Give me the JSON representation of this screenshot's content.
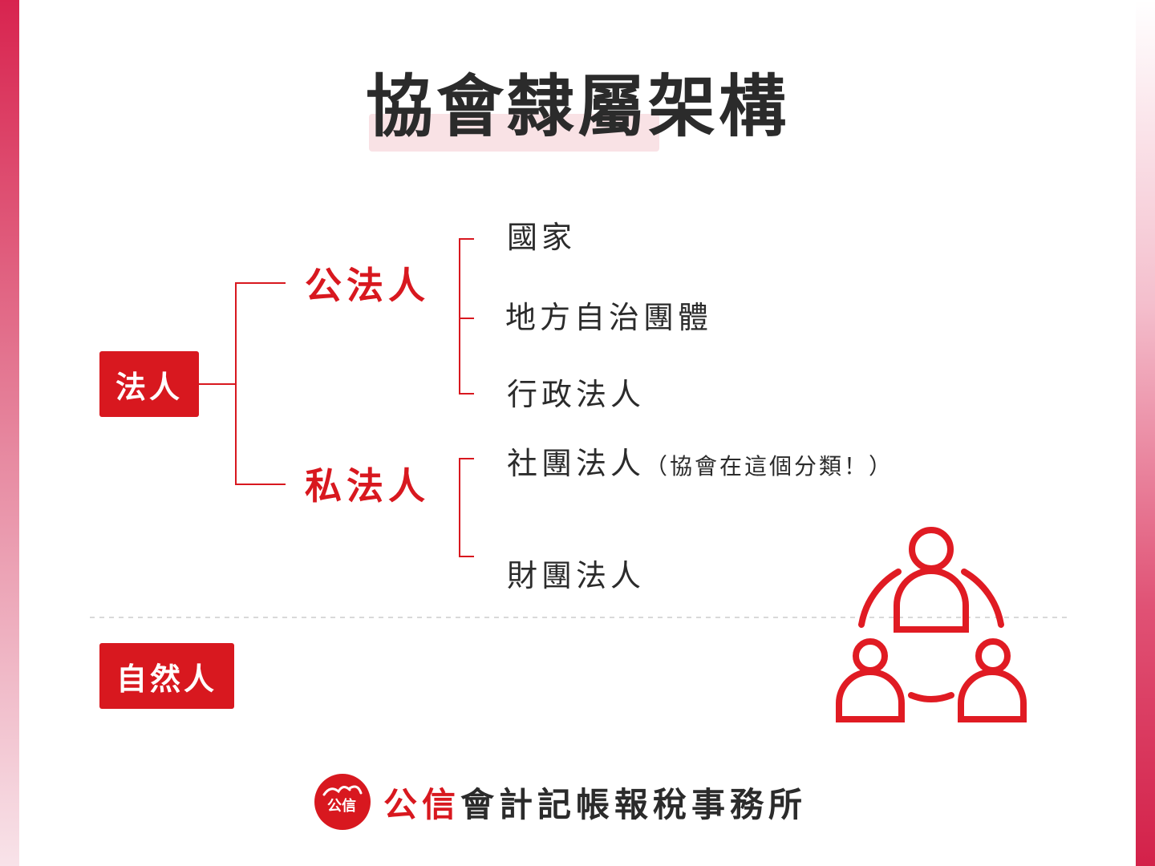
{
  "title": "協會隸屬架構",
  "boxes": {
    "legal_person": "法人",
    "natural_person": "自然人"
  },
  "categories": {
    "public": "公法人",
    "private": "私法人"
  },
  "public_items": [
    "國家",
    "地方自治團體",
    "行政法人"
  ],
  "private_items": [
    {
      "label": "社團法人",
      "note": "（協會在這個分類！）"
    },
    {
      "label": "財團法人",
      "note": ""
    }
  ],
  "footer": {
    "brand": "公信",
    "rest": "會計記帳報稅事務所",
    "logo_glyphs": "公信"
  },
  "colors": {
    "accent": "#d8181f",
    "text": "#2b2b2b",
    "highlight": "#f9e2e5"
  },
  "icons": [
    "group-meeting-icon",
    "company-seal-logo"
  ]
}
